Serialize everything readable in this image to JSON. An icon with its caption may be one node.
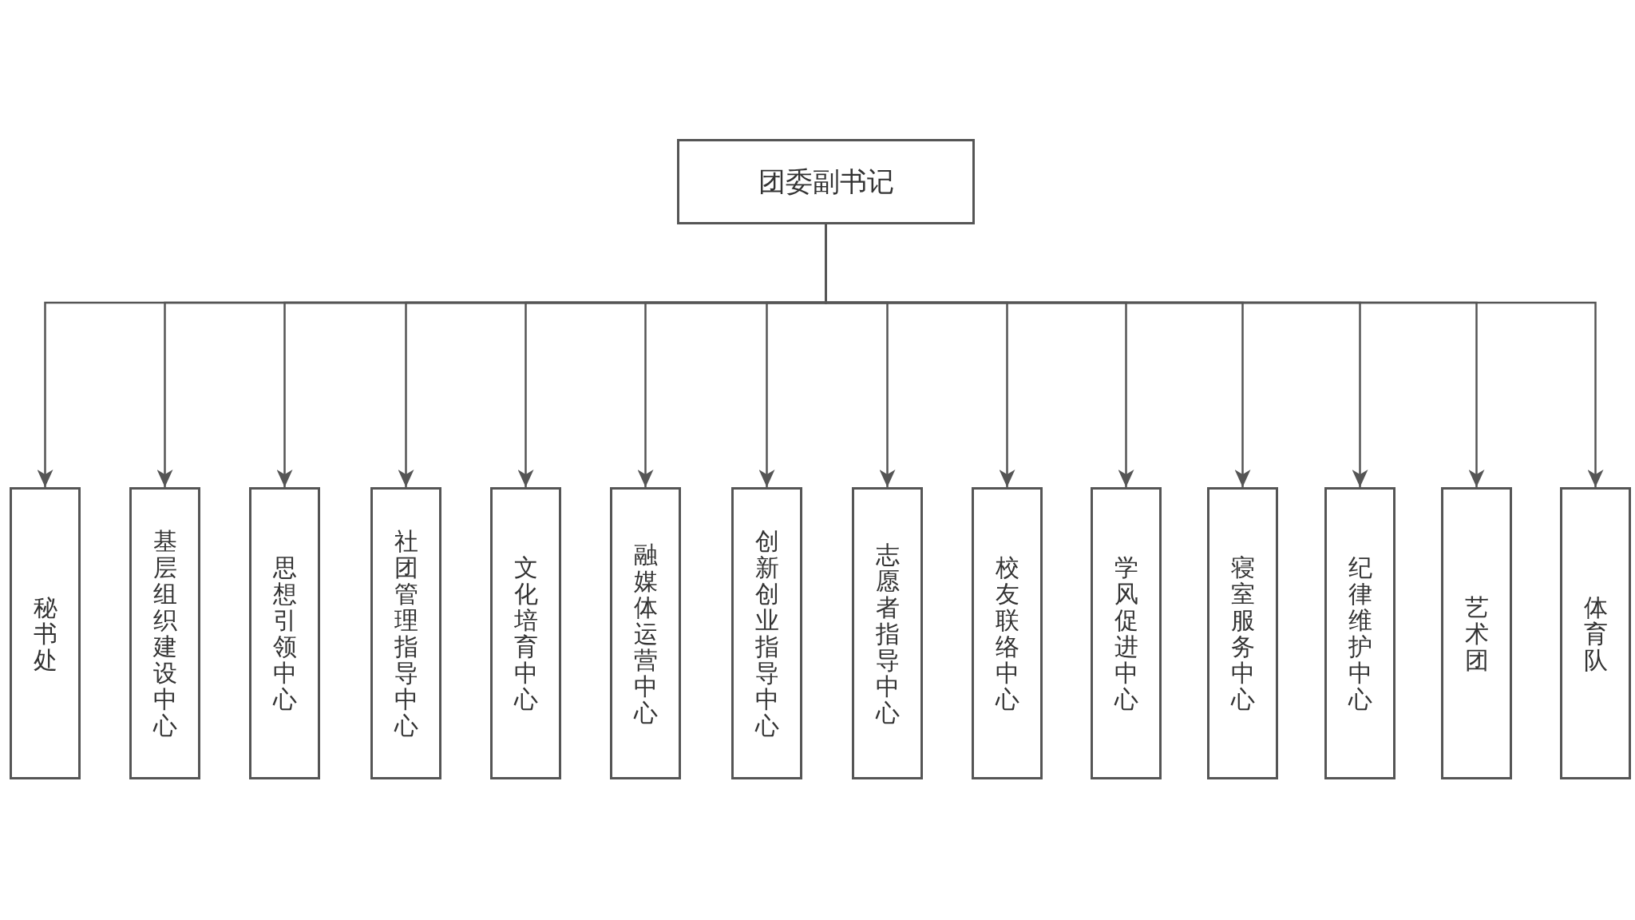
{
  "diagram": {
    "nodes": [
      {
        "text": [
          "团委副书记"
        ]
      },
      {
        "text": [
          "秘书处"
        ]
      },
      {
        "text": [
          "基层组织建设中心"
        ]
      },
      {
        "text": [
          "思想引领中心"
        ]
      },
      {
        "text": [
          "社团管理指导中心"
        ]
      },
      {
        "text": [
          "文化培育中心"
        ]
      },
      {
        "text": [
          "融媒体运营中心"
        ]
      },
      {
        "text": [
          "创新创业指导中心"
        ]
      },
      {
        "text": [
          "志愿者指导中心"
        ]
      },
      {
        "text": [
          "校友联络中心"
        ]
      },
      {
        "text": [
          "学风促进中心"
        ]
      },
      {
        "text": [
          "寝室服务中心"
        ]
      },
      {
        "text": [
          "纪律维护中心"
        ]
      },
      {
        "text": [
          "艺术团"
        ]
      },
      {
        "text": [
          "体育队"
        ]
      }
    ],
    "edges": [
      {
        "from": 0,
        "to": 1,
        "arrow": "to"
      },
      {
        "from": 0,
        "to": 2,
        "arrow": "to"
      },
      {
        "from": 0,
        "to": 3,
        "arrow": "to"
      },
      {
        "from": 0,
        "to": 4,
        "arrow": "to"
      },
      {
        "from": 0,
        "to": 5,
        "arrow": "to"
      },
      {
        "from": 0,
        "to": 6,
        "arrow": "to"
      },
      {
        "from": 0,
        "to": 7,
        "arrow": "to"
      },
      {
        "from": 0,
        "to": 8,
        "arrow": "to"
      },
      {
        "from": 0,
        "to": 9,
        "arrow": "to"
      },
      {
        "from": 0,
        "to": 10,
        "arrow": "to"
      },
      {
        "from": 0,
        "to": 11,
        "arrow": "to"
      },
      {
        "from": 0,
        "to": 12,
        "arrow": "to"
      },
      {
        "from": 0,
        "to": 13,
        "arrow": "to"
      },
      {
        "from": 0,
        "to": 14,
        "arrow": "to"
      }
    ]
  }
}
